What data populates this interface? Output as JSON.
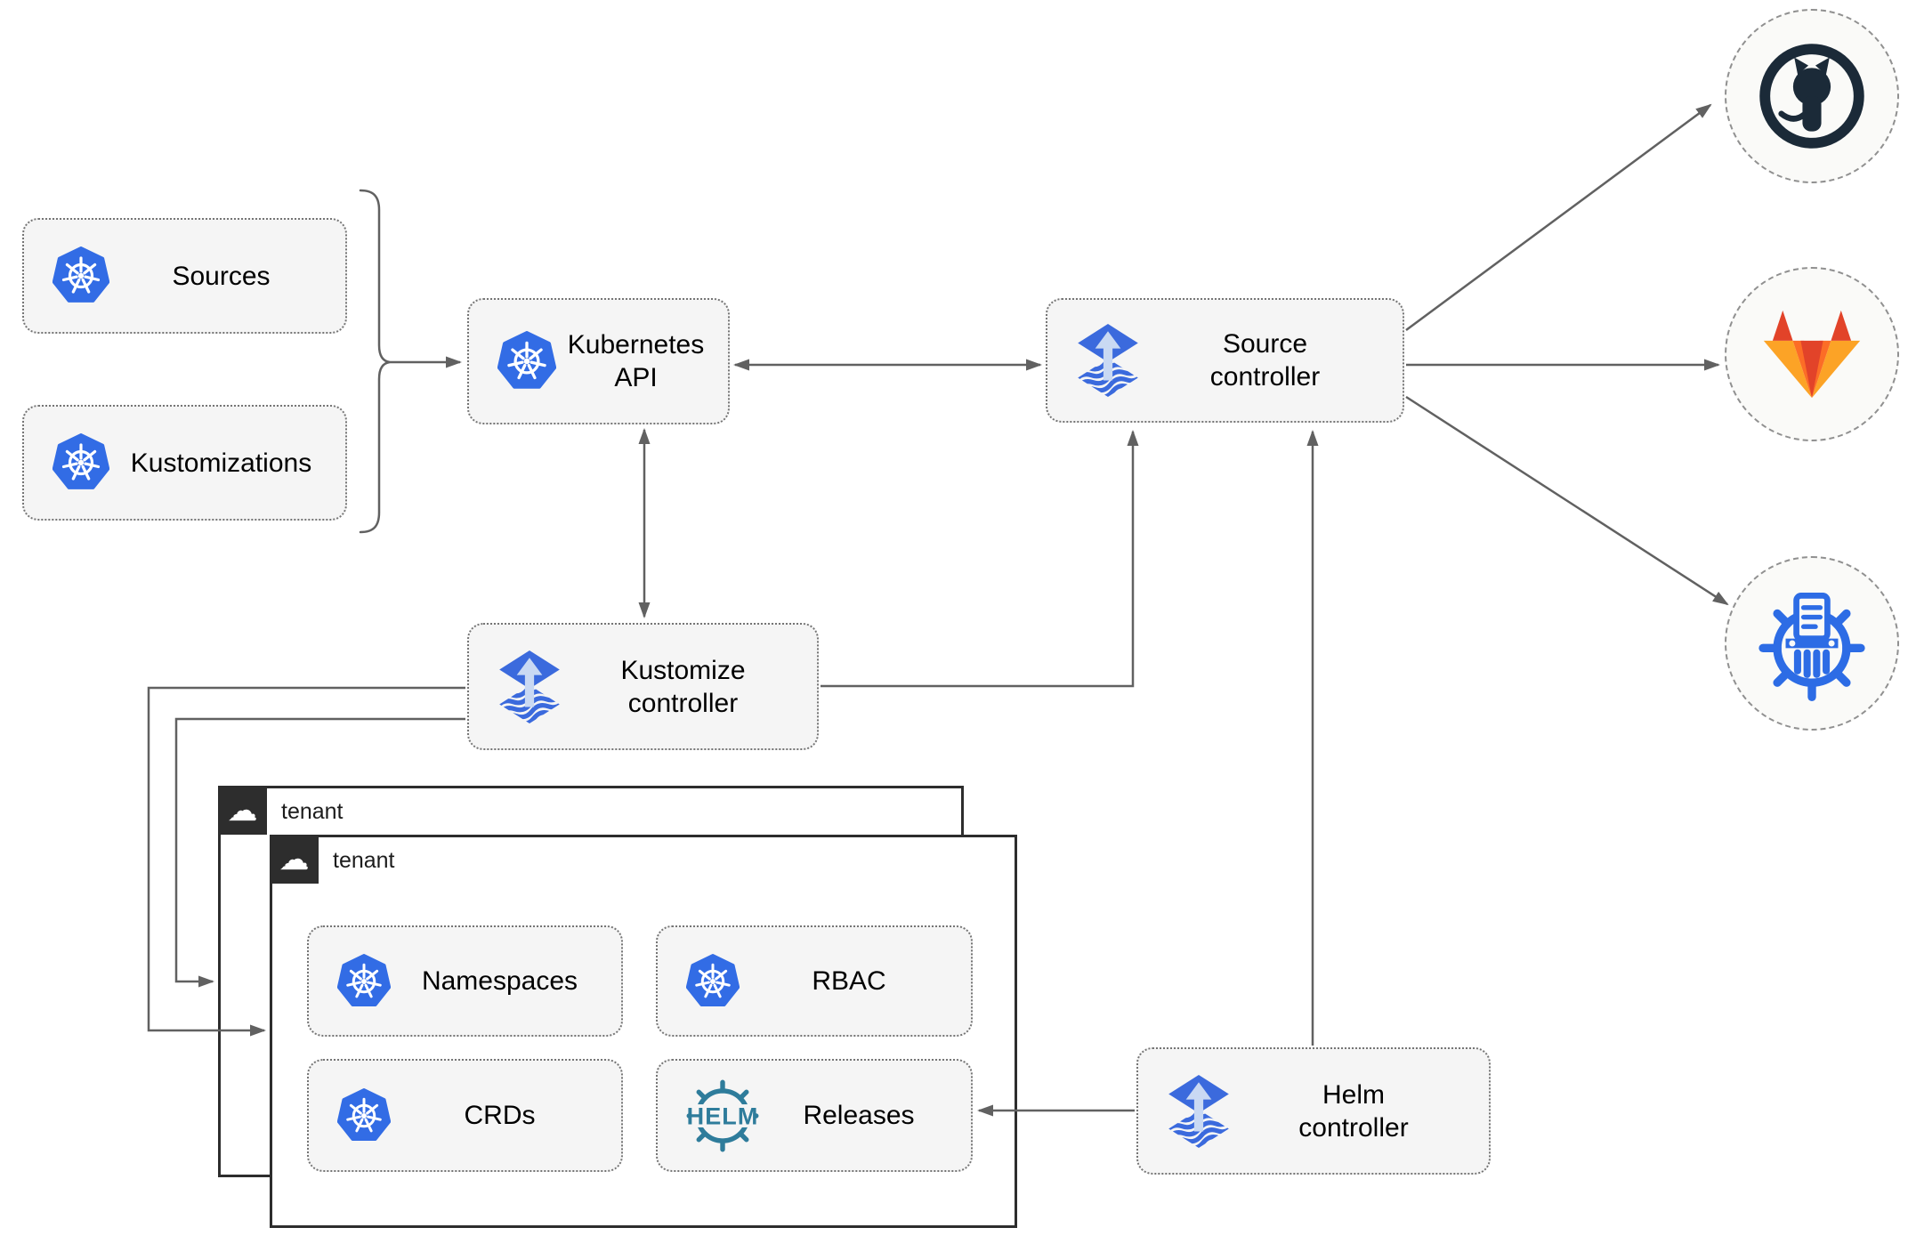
{
  "nodes": {
    "sources": {
      "label": "Sources"
    },
    "kustomizations": {
      "label": "Kustomizations"
    },
    "kubernetes_api": {
      "label": "Kubernetes API"
    },
    "source_controller": {
      "label": "Source\ncontroller"
    },
    "kustomize_controller": {
      "label": "Kustomize\ncontroller"
    },
    "helm_controller": {
      "label": "Helm\ncontroller"
    },
    "tenant_back": {
      "label": "tenant"
    },
    "tenant_front": {
      "label": "tenant"
    },
    "namespaces": {
      "label": "Namespaces"
    },
    "rbac": {
      "label": "RBAC"
    },
    "crds": {
      "label": "CRDs"
    },
    "releases": {
      "label": "Releases",
      "helm_logo_text": "HELM"
    }
  },
  "external_systems": [
    {
      "name": "github",
      "icon": "github-icon"
    },
    {
      "name": "gitlab",
      "icon": "gitlab-icon"
    },
    {
      "name": "chartmuseum",
      "icon": "chartmuseum-helm-repository-icon"
    }
  ],
  "icons": {
    "kubernetes": "kubernetes-wheel-icon",
    "flux": "flux-icon",
    "helm": "helm-wheel-icon",
    "cloud": "cloud-icon"
  },
  "colors": {
    "kubernetes_blue": "#326CE5",
    "flux_blue": "#3B6ADD",
    "flux_arrow_light": "#C9D9F3",
    "helm_teal": "#2E7C9B",
    "github_dark": "#1B2A38",
    "gitlab_red": "#E24329",
    "gitlab_orange": "#FC6D26",
    "gitlab_amber": "#FCA326",
    "chartmuseum_blue": "#2D6CE5",
    "connector_gray": "#616161",
    "node_fill": "#F5F5F5",
    "node_border": "#757575",
    "circle_fill": "#FAFAF8",
    "tenant_border": "#2D2D2D"
  }
}
